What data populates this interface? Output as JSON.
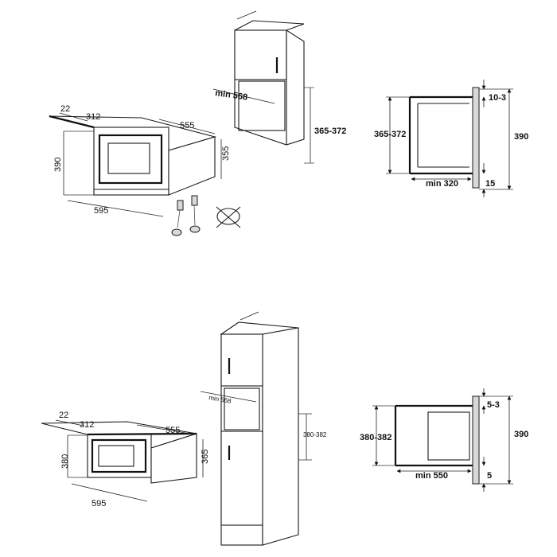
{
  "top": {
    "oven": {
      "depth_front": "22",
      "depth": "312",
      "width_top": "555",
      "height": "390",
      "height_side": "355",
      "width_front": "595"
    },
    "cabinet": {
      "top_small": "",
      "min_depth": "min 568",
      "height": "365-372"
    },
    "section": {
      "top_gap": "10-3",
      "height": "365-372",
      "total": "390",
      "min_depth": "min 320",
      "bottom": "15"
    }
  },
  "bottom": {
    "oven": {
      "depth_front": "22",
      "depth": "312",
      "width_top": "555",
      "height": "380",
      "height_side": "365",
      "width_front": "595"
    },
    "cabinet": {
      "top_small": "",
      "min_depth": "min 568",
      "height": "380-382"
    },
    "section": {
      "top_gap": "5-3",
      "height": "380-382",
      "total": "390",
      "min_depth": "min 550",
      "bottom": "5"
    }
  }
}
